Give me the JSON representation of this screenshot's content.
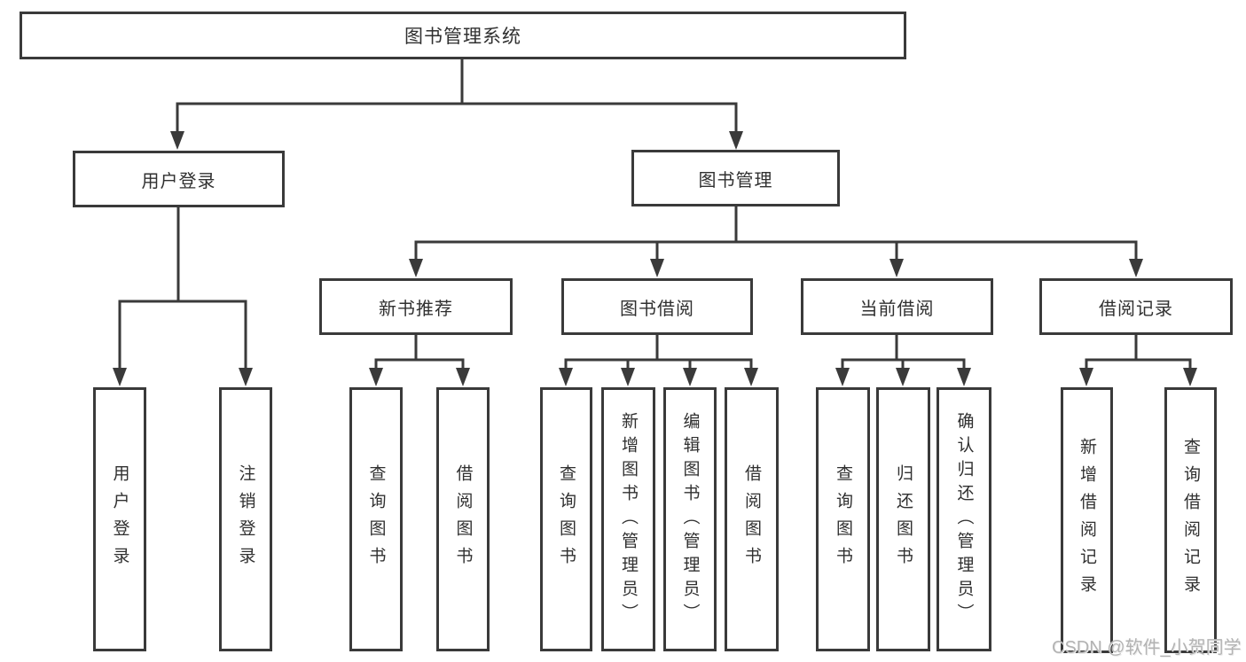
{
  "diagram": {
    "watermark": "CSDN @软件_小贺同学",
    "colors": {
      "line": "#3a3a3a",
      "box_border": "#3a3a3a",
      "text": "#303030",
      "background": "#ffffff",
      "watermark": "#b3b3b3"
    },
    "nodes": {
      "root": {
        "label": "图书管理系统"
      },
      "user_login": {
        "label": "用户登录"
      },
      "book_management": {
        "label": "图书管理"
      },
      "new_book_recommend": {
        "label": "新书推荐"
      },
      "book_borrowing": {
        "label": "图书借阅"
      },
      "current_borrowing": {
        "label": "当前借阅"
      },
      "borrowing_records": {
        "label": "借阅记录"
      },
      "leaf_user_login": {
        "label": "用户登录"
      },
      "leaf_logout": {
        "label": "注销登录"
      },
      "leaf_nb_query_books": {
        "label": "查询图书"
      },
      "leaf_nb_borrow_books": {
        "label": "借阅图书"
      },
      "leaf_bb_query_books": {
        "label": "查询图书"
      },
      "leaf_bb_add_books_admin": {
        "label": "新增图书（管理员）"
      },
      "leaf_bb_edit_books_admin": {
        "label": "编辑图书（管理员）"
      },
      "leaf_bb_borrow_books": {
        "label": "借阅图书"
      },
      "leaf_cb_query_books": {
        "label": "查询图书"
      },
      "leaf_cb_return_books": {
        "label": "归还图书"
      },
      "leaf_cb_confirm_return_admin": {
        "label": "确认归还（管理员）"
      },
      "leaf_br_add_record": {
        "label": "新增借阅记录"
      },
      "leaf_br_query_record": {
        "label": "查询借阅记录"
      }
    }
  }
}
